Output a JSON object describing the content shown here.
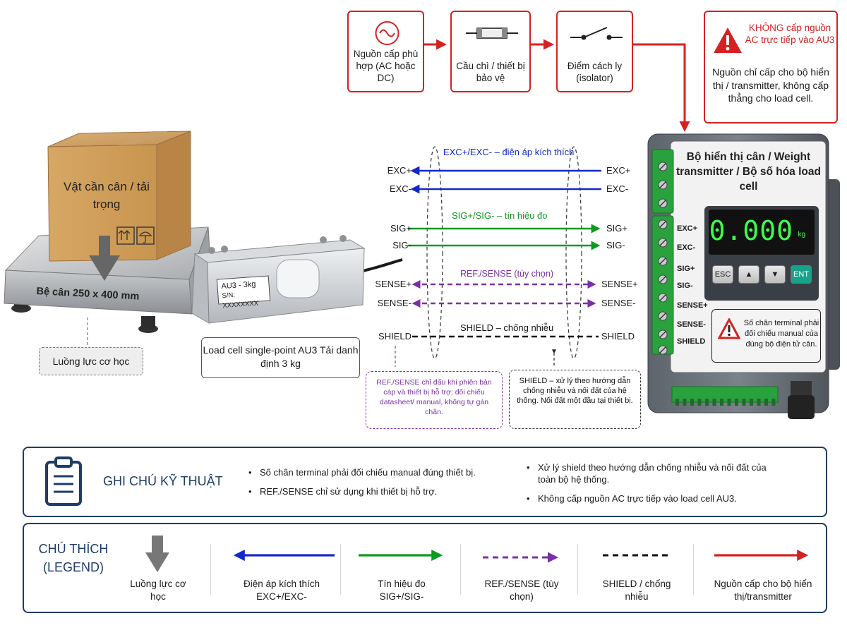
{
  "colors": {
    "power": "#d42222",
    "exc": "#1328c8",
    "sig": "#0d9a21",
    "sense": "#7a2fa8",
    "shield": "#111111",
    "panel_border": "#1f3c66",
    "display_green": "#3dff4a"
  },
  "power_chain": [
    {
      "label": "Nguồn cấp phù hợp (AC hoặc DC)",
      "icon": "ac-source-icon"
    },
    {
      "label": "Cầu chì / thiết bị bảo vệ",
      "icon": "fuse-icon"
    },
    {
      "label": "Điểm cách ly (isolator)",
      "icon": "switch-icon"
    }
  ],
  "power_warning": {
    "title": "KHÔNG cấp nguồn AC trực tiếp vào AU3",
    "body": "Nguồn chỉ cấp cho bộ hiển thị / transmitter, không cấp thẳng cho load cell."
  },
  "box_label": "Vật cần cân / tải trọng",
  "platform_label": "Bệ cân 250 x 400 mm",
  "force_label": "Luồng lực cơ học",
  "loadcell": {
    "tag_line1": "AU3 - 3kg",
    "tag_line2": "S/N: XXXXXXXX",
    "caption": "Load cell single-point AU3 Tải danh định 3 kg"
  },
  "signals": {
    "exc_caption": "EXC+/EXC- – điện áp kích thích",
    "sig_caption": "SIG+/SIG- – tín hiệu đo",
    "sense_caption": "REF./SENSE (tùy chọn)",
    "shield_caption": "SHIELD – chống nhiễu",
    "left_labels": [
      "EXC+",
      "EXC-",
      "SIG+",
      "SIG-",
      "SENSE+",
      "SENSE-",
      "SHIELD"
    ],
    "right_labels": [
      "EXC+",
      "EXC-",
      "SIG+",
      "SIG-",
      "SENSE+",
      "SENSE-",
      "SHIELD"
    ]
  },
  "notes": {
    "sense_note": "REF./SENSE chỉ đấu khi phiên bản cáp và thiết bị hỗ trợ; đối chiếu datasheet/ manual, không tự gán chân.",
    "shield_note": "SHIELD – xử lý theo hướng dẫn chống nhiễu và nối đất của hệ thống. Nối đất một đầu tại thiết bị."
  },
  "device": {
    "title": "Bộ hiển thị cân / Weight transmitter / Bộ số hóa load cell",
    "reading": "0.000",
    "unit": "kg",
    "keys": [
      "ESC",
      "▲",
      "▼",
      "ENT"
    ],
    "terminals": [
      "EXC+",
      "EXC-",
      "SIG+",
      "SIG-",
      "SENSE+",
      "SENSE-",
      "SHIELD"
    ],
    "warning": "Số chân terminal phải đối chiếu manual của đúng bộ điện tử cân."
  },
  "tech_notes": {
    "title": "GHI CHÚ KỸ THUẬT",
    "left": [
      "Số chân terminal phải đối chiếu manual đúng thiết bị.",
      "REF./SENSE chỉ sử dụng khi thiết bị hỗ trợ."
    ],
    "right": [
      "Xử lý shield theo hướng dẫn chống nhiễu và nối đất của toàn bộ hệ thống.",
      "Không cấp nguồn AC trực tiếp vào load cell AU3."
    ]
  },
  "legend": {
    "title": "CHÚ THÍCH (LEGEND)",
    "items": [
      {
        "label": "Luồng lực cơ học",
        "style": "force"
      },
      {
        "label": "Điện áp kích thích EXC+/EXC-",
        "style": "exc"
      },
      {
        "label": "Tín hiệu đo SIG+/SIG-",
        "style": "sig"
      },
      {
        "label": "REF./SENSE (tùy chọn)",
        "style": "sense"
      },
      {
        "label": "SHIELD / chống nhiễu",
        "style": "shield"
      },
      {
        "label": "Nguồn cấp cho bộ hiển thị/transmitter",
        "style": "power"
      }
    ]
  }
}
